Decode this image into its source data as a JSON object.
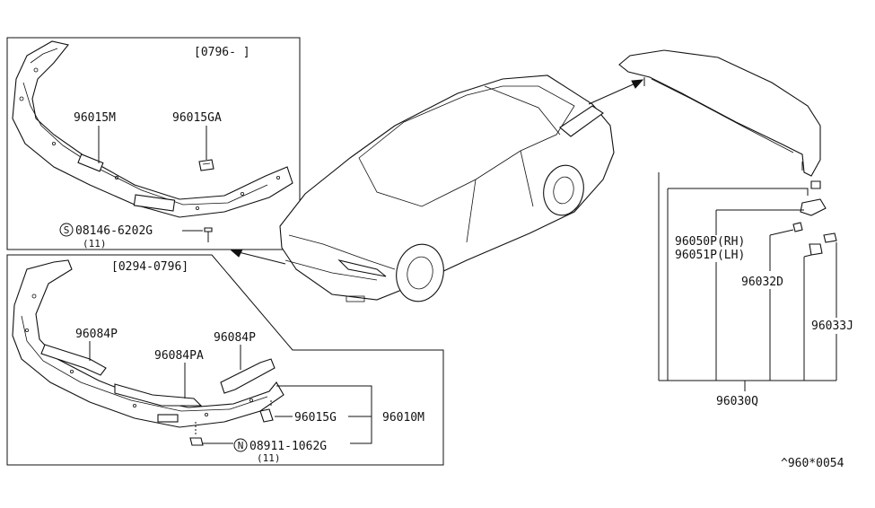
{
  "top_panel": {
    "date_range": "[0796-      ]",
    "part_bumper_upper": "96015M",
    "part_clip": "96015GA",
    "screw_prefix": "S",
    "screw_part": "08146-6202G",
    "screw_qty": "(11)"
  },
  "bottom_panel": {
    "date_range": "[0294-0796]",
    "part_a": "96084P",
    "part_b": "96084PA",
    "part_c": "96084P",
    "part_d": "96015G",
    "part_e": "96010M",
    "nut_prefix": "N",
    "nut_part": "08911-1062G",
    "nut_qty": "(11)"
  },
  "spoiler": {
    "part_rh": "96050P(RH)",
    "part_lh": "96051P(LH)",
    "part_grommet": "96032D",
    "part_cap": "96033J",
    "part_assembly": "96030Q"
  },
  "footer": {
    "diagram_id": "^960*0054"
  }
}
